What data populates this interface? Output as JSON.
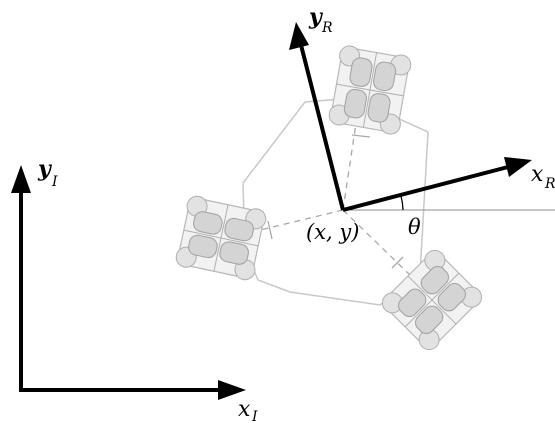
{
  "labels": {
    "inertial_y": "y",
    "inertial_y_sub": "I",
    "inertial_x": "x",
    "inertial_x_sub": "I",
    "robot_y": "y",
    "robot_y_sub": "R",
    "robot_x": "x",
    "robot_x_sub": "R",
    "position": "(x, y)",
    "angle": "θ"
  },
  "colors": {
    "axes": "#000000",
    "wheel_fill": "#dcdcdc",
    "wheel_stroke": "#a8a8a8",
    "body_stroke": "#c8c8c8",
    "dashed": "#a0a0a0"
  },
  "icons": {
    "wheel": "omni-wheel-icon"
  }
}
